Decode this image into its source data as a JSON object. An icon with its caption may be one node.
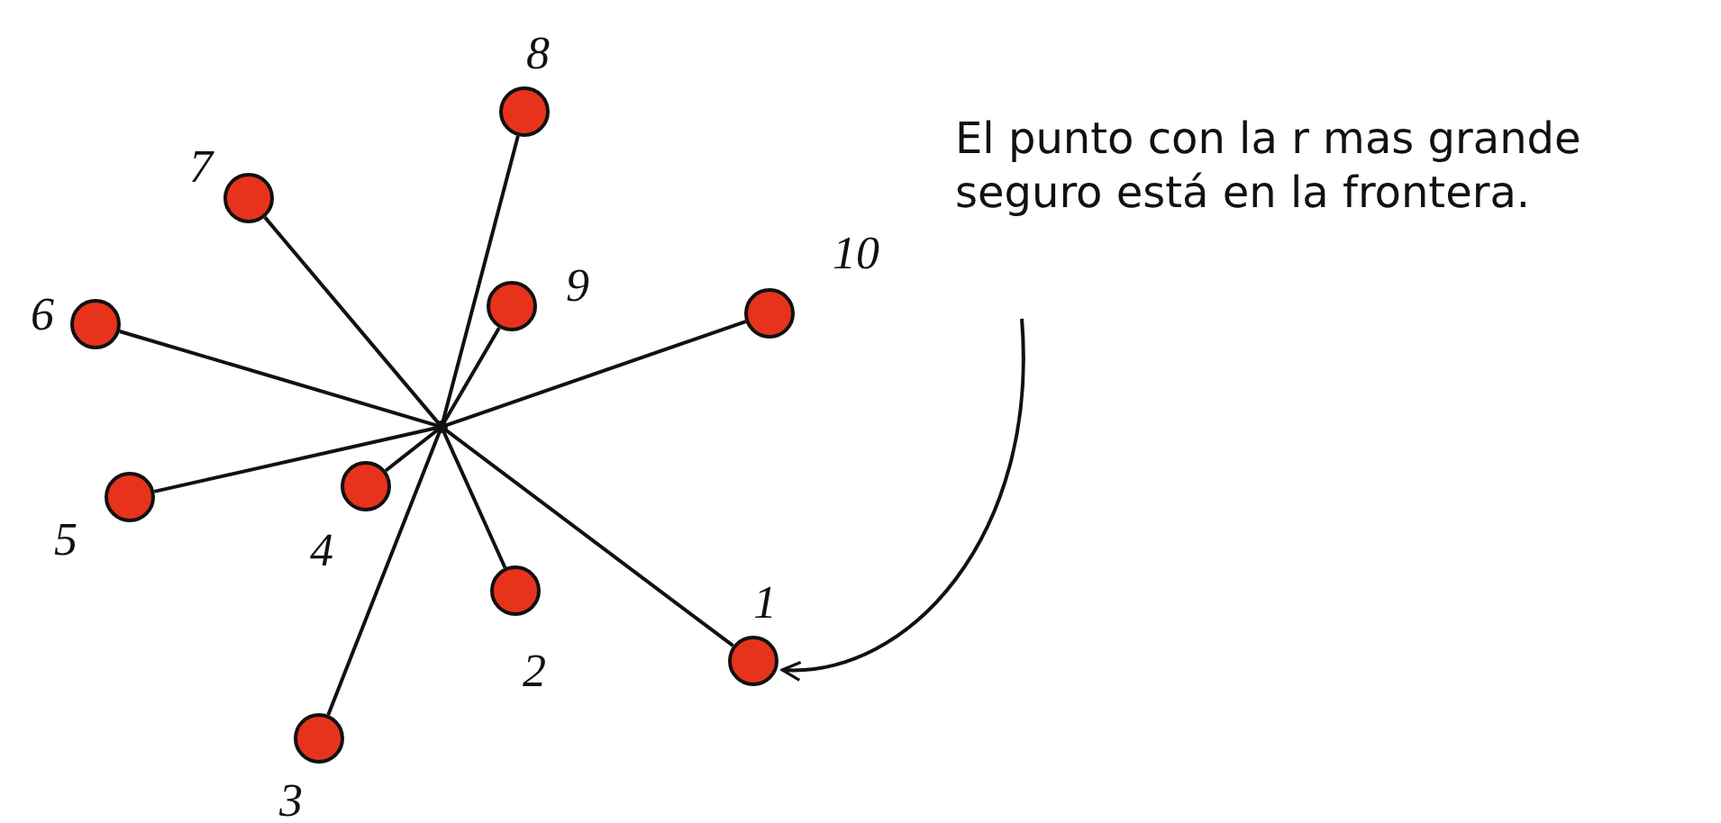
{
  "diagram": {
    "nodes": [
      {
        "text": [
          "1"
        ]
      },
      {
        "text": [
          "2"
        ]
      },
      {
        "text": [
          "3"
        ]
      },
      {
        "text": [
          "4"
        ]
      },
      {
        "text": [
          "5"
        ]
      },
      {
        "text": [
          "6"
        ]
      },
      {
        "text": [
          "7"
        ]
      },
      {
        "text": [
          "8"
        ]
      },
      {
        "text": [
          "9"
        ]
      },
      {
        "text": [
          "10"
        ]
      },
      {
        "text": [],
        "shape": "circle"
      },
      {
        "text": [
          "El punto con la r mas grande seguro está en la frontera."
        ]
      }
    ],
    "edges": [
      {
        "from": 10,
        "to": 0,
        "arrow": "none"
      },
      {
        "from": 10,
        "to": 1,
        "arrow": "none"
      },
      {
        "from": 10,
        "to": 2,
        "arrow": "none"
      },
      {
        "from": 10,
        "to": 3,
        "arrow": "none"
      },
      {
        "from": 10,
        "to": 4,
        "arrow": "none"
      },
      {
        "from": 10,
        "to": 5,
        "arrow": "none"
      },
      {
        "from": 10,
        "to": 6,
        "arrow": "none"
      },
      {
        "from": 10,
        "to": 7,
        "arrow": "none"
      },
      {
        "from": 10,
        "to": 8,
        "arrow": "none"
      },
      {
        "from": 10,
        "to": 9,
        "arrow": "none"
      },
      {
        "from": 11,
        "to": 0,
        "arrow": "to"
      }
    ]
  }
}
